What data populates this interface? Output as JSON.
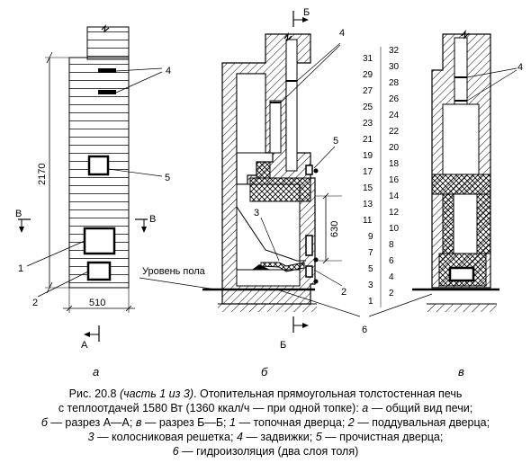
{
  "views": {
    "a": {
      "dim_height": "2170",
      "dim_width": "510",
      "section_left": "В",
      "section_right": "В",
      "section_bottom": "А",
      "sublabel": "а",
      "callouts": [
        "4",
        "5",
        "1",
        "2"
      ]
    },
    "b": {
      "section_top": "Б",
      "section_bottom": "Б",
      "dim_630": "630",
      "floor_label": "Уровень пола",
      "callouts": [
        "4",
        "5",
        "3",
        "2"
      ],
      "sublabel": "б"
    },
    "v": {
      "callouts": [
        "4"
      ],
      "sublabel": "в"
    },
    "shared_callout": "6"
  },
  "brick_rows_left": [
    "31",
    "29",
    "27",
    "25",
    "23",
    "21",
    "19",
    "17",
    "15",
    "13",
    "11",
    "9",
    "7",
    "5",
    "3",
    "1"
  ],
  "brick_rows_right": [
    "32",
    "30",
    "28",
    "26",
    "24",
    "22",
    "20",
    "18",
    "16",
    "14",
    "12",
    "10",
    "8",
    "6",
    "4",
    "2"
  ],
  "caption": {
    "line1_pre": "Рис. 20.8 ",
    "line1_italic": "(часть 1 из 3)",
    "line1_post": ". Отопительная прямоугольная толстостенная печь",
    "line2_pre": "с теплоотдачей 1580 Вт (1360 ккал/ч — при одной топке): ",
    "line2_a": "а",
    "line2_post": " — общий вид печи;",
    "line3_b": "б",
    "line3_mid": " — разрез А—А; ",
    "line3_v": "в",
    "line3_mid2": " — разрез Б—Б; ",
    "line3_n1": "1",
    "line3_post": " — топочная дверца; ",
    "line3_n2": "2",
    "line3_post2": " — поддувальная дверца;",
    "line4_n3": "3",
    "line4_mid": " — колосниковая решетка; ",
    "line4_n4": "4",
    "line4_mid2": " — задвижки; ",
    "line4_n5": "5",
    "line4_post": " — прочистная дверца;",
    "line5_n6": "6",
    "line5_post": " — гидроизоляция (два слоя толя)"
  }
}
